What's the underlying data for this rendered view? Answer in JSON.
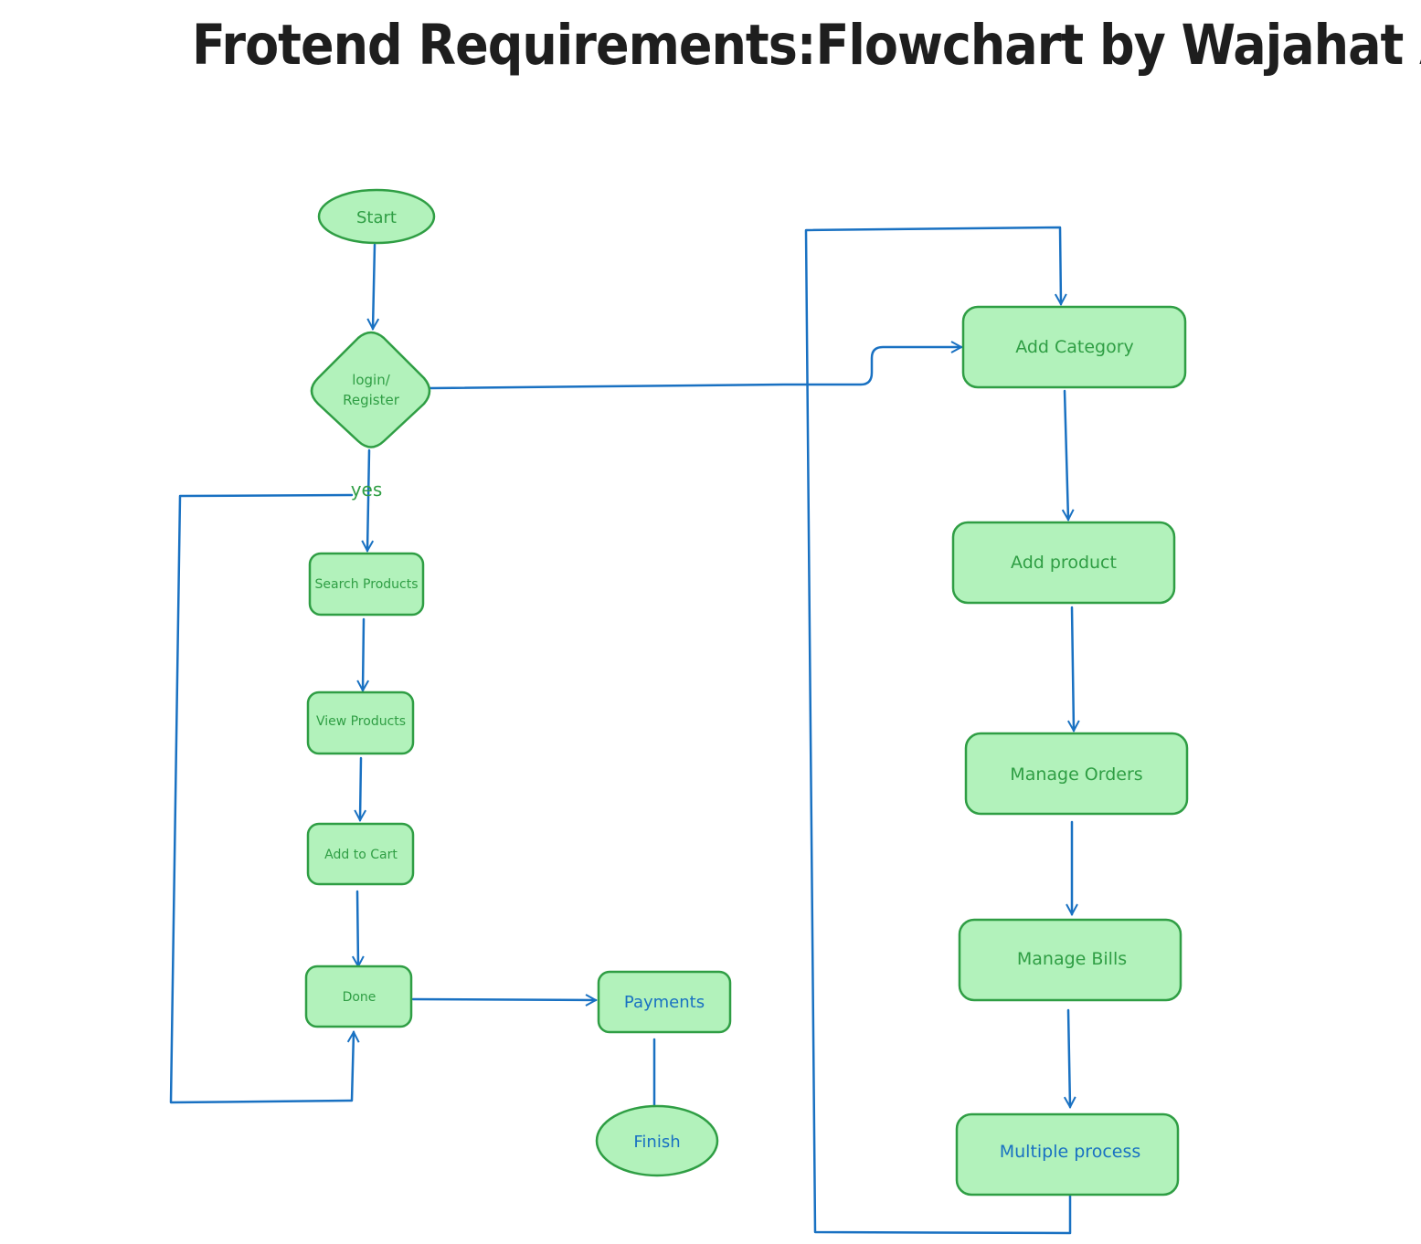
{
  "title": "Frotend Requirements:Flowchart by Wajahat Ali",
  "colors": {
    "node_fill": "#b2f2bb",
    "node_stroke": "#2f9e44",
    "node_text": "#2f9e44",
    "alt_text": "#1971c2",
    "arrow": "#1971c2",
    "title": "#1e1e1e"
  },
  "nodes": {
    "start": "Start",
    "login": [
      "login/",
      "Register"
    ],
    "search": "Search Products",
    "view": "View Products",
    "cart": "Add to Cart",
    "done": "Done",
    "payments": "Payments",
    "finish": "Finish",
    "add_category": "Add Category",
    "add_product": "Add product",
    "manage_orders": "Manage Orders",
    "manage_bills": "Manage Bills",
    "multiple": "Multiple process"
  },
  "edge_labels": {
    "yes": "yes"
  }
}
